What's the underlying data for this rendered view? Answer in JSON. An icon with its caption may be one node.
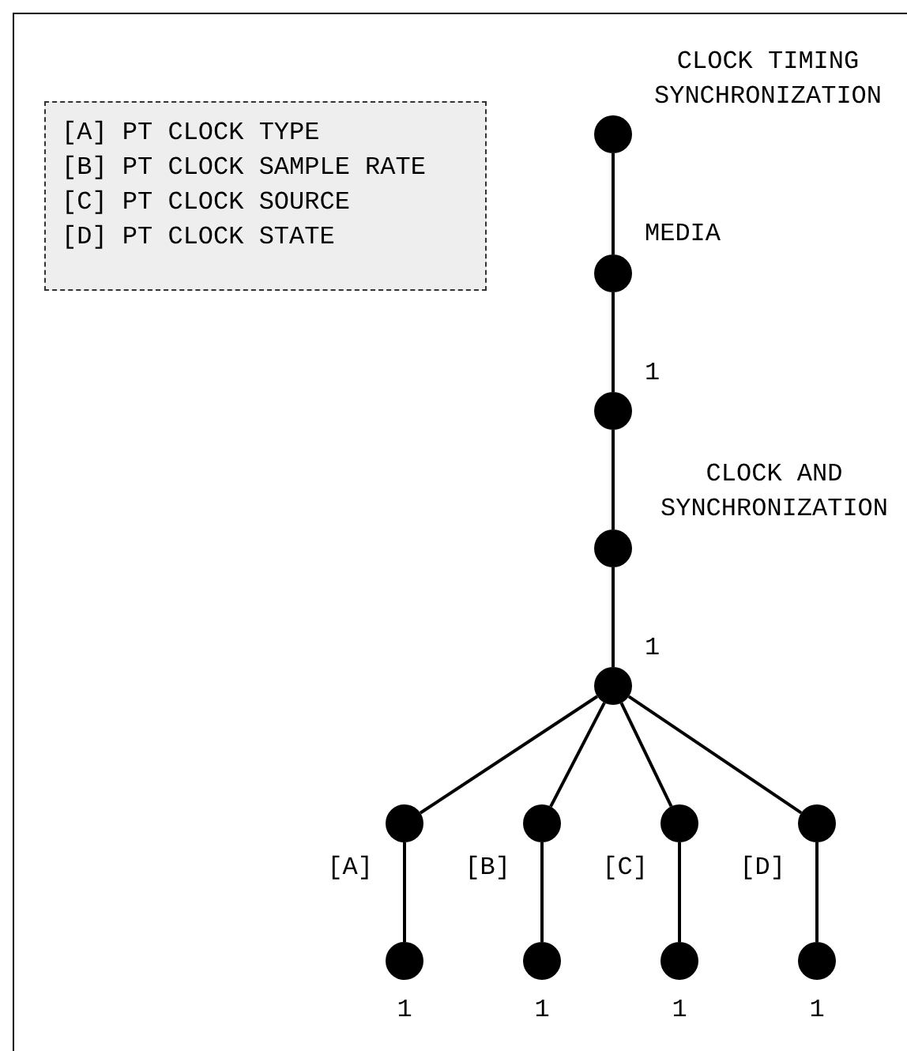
{
  "diagram": {
    "nodes": [
      {
        "text": [
          "[A] PT CLOCK TYPE",
          "[B] PT CLOCK SAMPLE RATE",
          "[C] PT CLOCK SOURCE",
          "[D] PT CLOCK STATE"
        ]
      },
      {
        "text": [],
        "shape": "circle",
        "beside": [
          "CLOCK TIMING SYNCHRONIZATION"
        ]
      },
      {
        "text": [],
        "shape": "circle",
        "beside": [
          "MEDIA"
        ]
      },
      {
        "text": [],
        "shape": "circle",
        "beside": [
          "1"
        ]
      },
      {
        "text": [],
        "shape": "circle",
        "beside": [
          "CLOCK AND SYNCHRONIZATION"
        ]
      },
      {
        "text": [],
        "shape": "circle",
        "beside": [
          "1"
        ]
      },
      {
        "text": [],
        "shape": "circle",
        "beside": [
          "[A]"
        ]
      },
      {
        "text": [],
        "shape": "circle",
        "beside": [
          "[B]"
        ]
      },
      {
        "text": [],
        "shape": "circle",
        "beside": [
          "[C]"
        ]
      },
      {
        "text": [],
        "shape": "circle",
        "beside": [
          "[D]"
        ]
      },
      {
        "text": [],
        "shape": "circle",
        "beside": [
          "1"
        ]
      },
      {
        "text": [],
        "shape": "circle",
        "beside": [
          "1"
        ]
      },
      {
        "text": [],
        "shape": "circle",
        "beside": [
          "1"
        ]
      },
      {
        "text": [],
        "shape": "circle",
        "beside": [
          "1"
        ]
      }
    ],
    "edges": [
      {
        "from": 1,
        "to": 2,
        "arrow": "none"
      },
      {
        "from": 2,
        "to": 3,
        "arrow": "none"
      },
      {
        "from": 3,
        "to": 4,
        "arrow": "none"
      },
      {
        "from": 4,
        "to": 5,
        "arrow": "none"
      },
      {
        "from": 5,
        "to": 6,
        "arrow": "none"
      },
      {
        "from": 5,
        "to": 7,
        "arrow": "none"
      },
      {
        "from": 5,
        "to": 8,
        "arrow": "none"
      },
      {
        "from": 5,
        "to": 9,
        "arrow": "none"
      },
      {
        "from": 6,
        "to": 10,
        "arrow": "none"
      },
      {
        "from": 7,
        "to": 11,
        "arrow": "none"
      },
      {
        "from": 8,
        "to": 12,
        "arrow": "none"
      },
      {
        "from": 9,
        "to": 13,
        "arrow": "none"
      }
    ]
  }
}
